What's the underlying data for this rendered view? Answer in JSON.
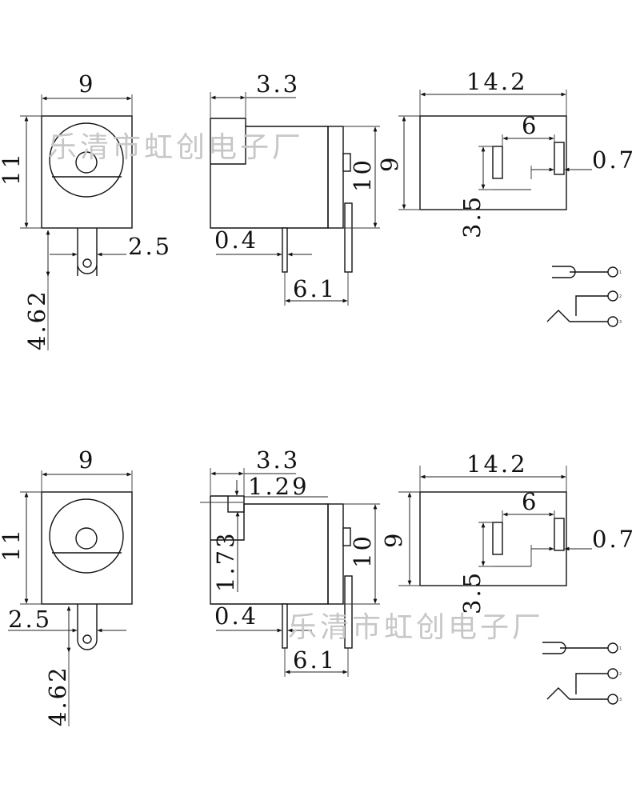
{
  "watermark": "乐清市虹创电子厂",
  "variant_top": {
    "front": {
      "width": "9",
      "height": "11",
      "pin_width": "2.5",
      "pin_length": "4.62"
    },
    "side": {
      "depth": "3.3",
      "height": "10",
      "pin_thickness": "0.4",
      "pin_offset": "6.1"
    },
    "top": {
      "length": "14.2",
      "width": "9",
      "pin_spacing": "6",
      "pin_thickness": "0.7",
      "pin_gap": "3.5"
    },
    "schematic_pins": [
      "1",
      "2",
      "3"
    ]
  },
  "variant_bottom": {
    "front": {
      "width": "9",
      "height": "11",
      "pin_width": "2.5",
      "pin_length": "4.62"
    },
    "side": {
      "depth": "3.3",
      "step": "1.29",
      "step_height": "1.73",
      "height": "10",
      "pin_thickness": "0.4",
      "pin_offset": "6.1"
    },
    "top": {
      "length": "14.2",
      "width": "9",
      "pin_spacing": "6",
      "pin_thickness": "0.7",
      "pin_gap": "3.5"
    },
    "schematic_pins": [
      "1",
      "2",
      "3"
    ]
  }
}
